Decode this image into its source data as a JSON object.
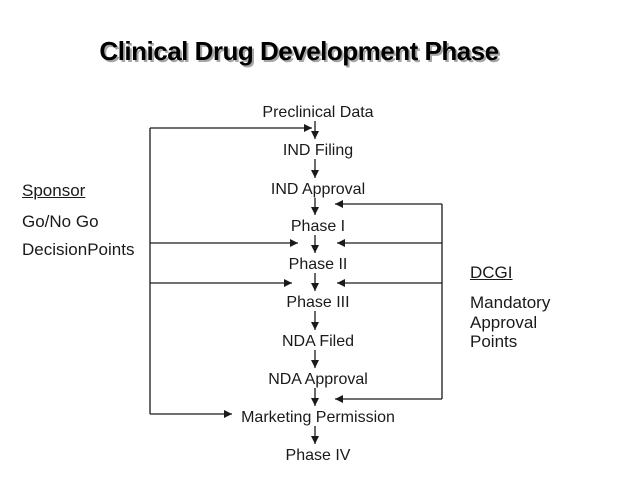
{
  "title": "Clinical Drug Development Phase",
  "flow": {
    "steps": [
      "Preclinical Data",
      "IND Filing",
      "IND Approval",
      "Phase I",
      "Phase II",
      "Phase III",
      "NDA Filed",
      "NDA Approval",
      "Marketing Permission",
      "Phase IV"
    ]
  },
  "left_note": {
    "heading": "Sponsor",
    "lines": [
      "Go/No Go",
      "DecisionPoints"
    ]
  },
  "right_note": {
    "heading": "DCGI",
    "lines": [
      "Mandatory",
      "Approval",
      "Points"
    ]
  },
  "colors": {
    "background": "#ffffff",
    "text": "#1a1a1a",
    "line": "#1a1a1a",
    "title": "#000000",
    "title_shadow": "#a6a6a6"
  }
}
